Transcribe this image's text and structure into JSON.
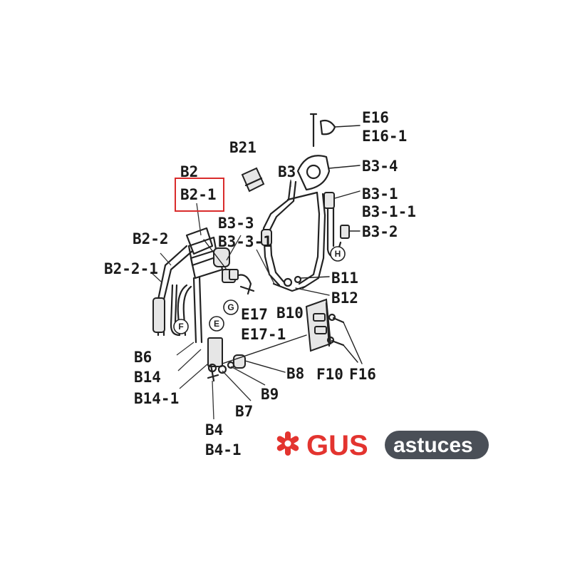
{
  "labels": {
    "B21": "B21",
    "B2": "B2",
    "B2_1": "B2-1",
    "B3": "B3",
    "E16": "E16",
    "E16_1": "E16-1",
    "B3_4": "B3-4",
    "B3_1": "B3-1",
    "B3_1_1": "B3-1-1",
    "B3_2": "B3-2",
    "B3_3": "B3-3",
    "B3_3_1": "B3-3-1",
    "B2_2": "B2-2",
    "B2_2_1": "B2-2-1",
    "B11": "B11",
    "B12": "B12",
    "B10": "B10",
    "E17": "E17",
    "E17_1": "E17-1",
    "B6": "B6",
    "B14": "B14",
    "B14_1": "B14-1",
    "B8": "B8",
    "F10": "F10",
    "F16": "F16",
    "B9": "B9",
    "B7": "B7",
    "B4": "B4",
    "B4_1": "B4-1"
  },
  "circle_markers": {
    "H": "H",
    "G": "G",
    "E": "E",
    "F": "F"
  },
  "highlight": {
    "label": "B2-1",
    "color": "#d92c2c"
  },
  "logo": {
    "brand": "GUS",
    "suffix": "astuces",
    "brand_color": "#e3342f",
    "pill_color": "#4a4f57",
    "icon": "asterisk-logo-icon"
  }
}
